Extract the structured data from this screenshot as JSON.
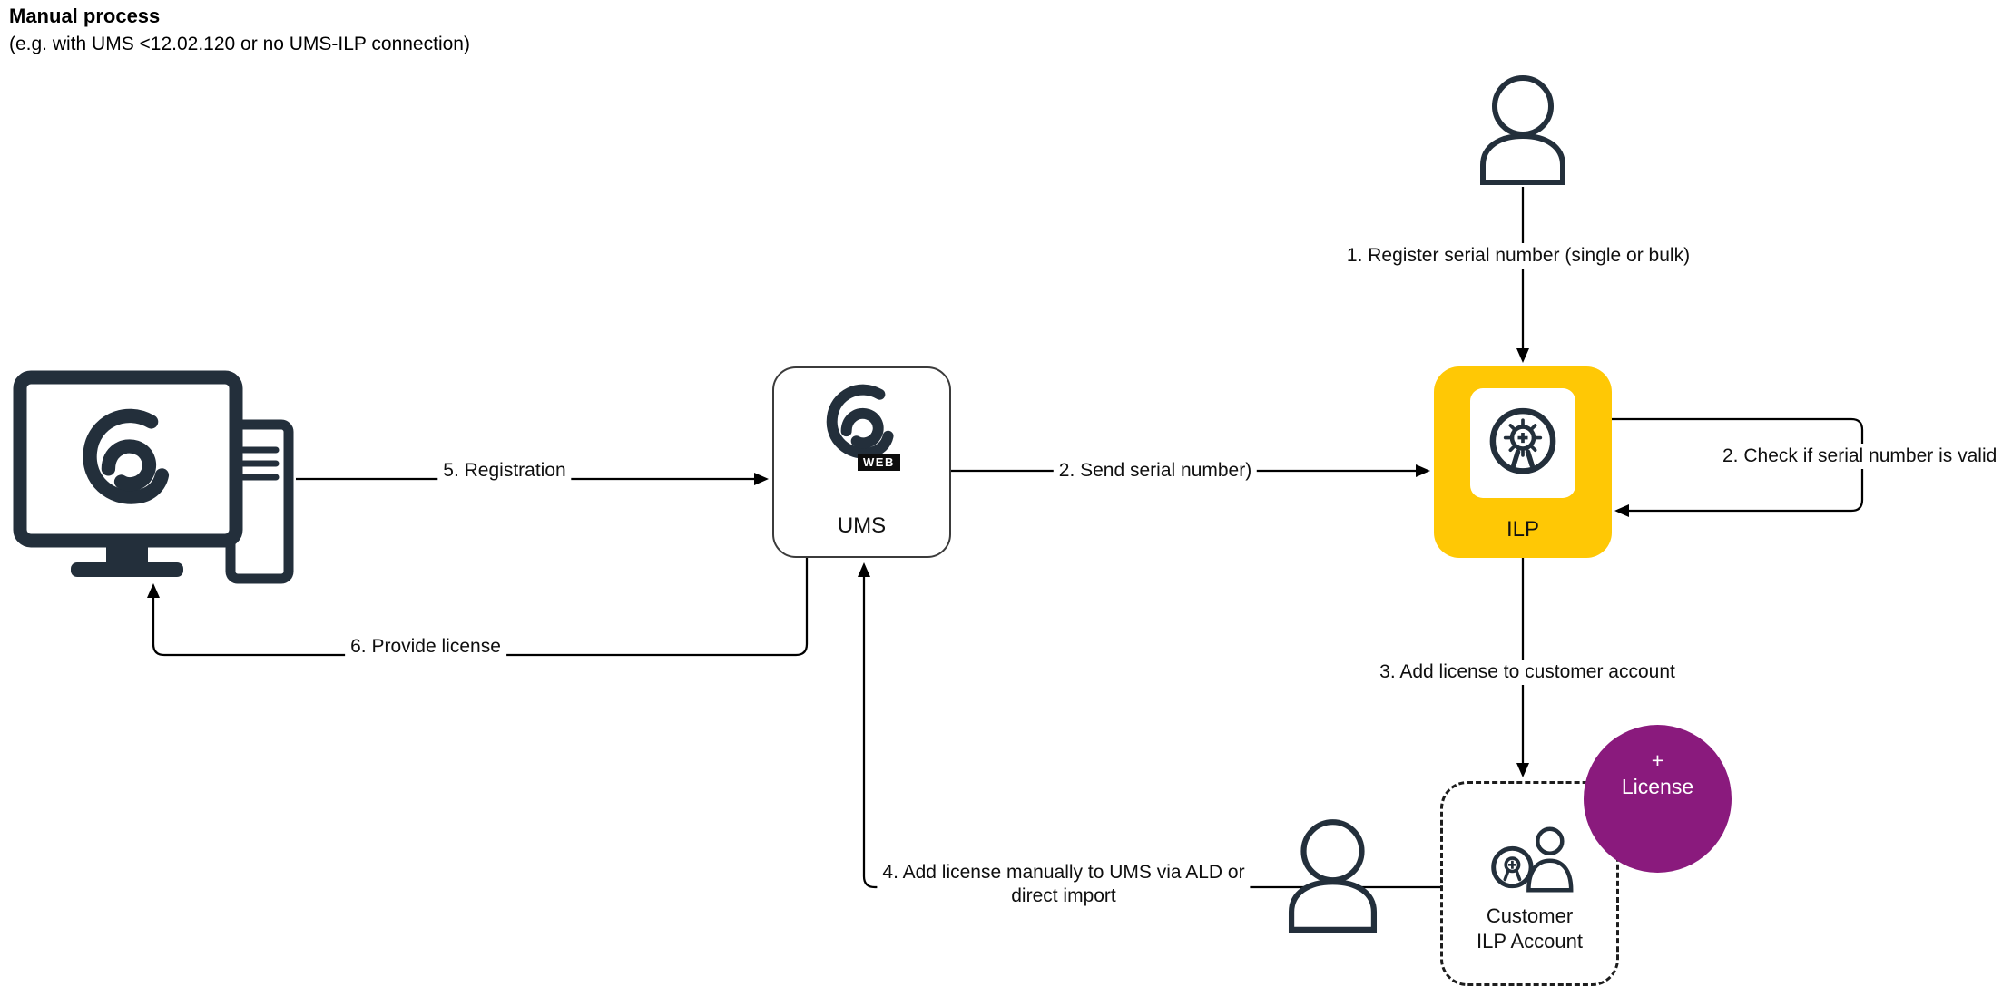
{
  "header": {
    "title": "Manual process",
    "subtitle": "(e.g. with UMS <12.02.120 or no UMS-ILP connection)"
  },
  "nodes": {
    "ums": {
      "label": "UMS",
      "logo_badge": "WEB"
    },
    "ilp": {
      "label": "ILP"
    },
    "customer_account": {
      "label_line1": "Customer",
      "label_line2": "ILP Account"
    },
    "license_badge": {
      "line1": "+",
      "line2": "License"
    }
  },
  "edges": {
    "step1": {
      "label": "1. Register serial number (single or bulk)"
    },
    "step2_send": {
      "label": "2. Send serial number)"
    },
    "step2_check": {
      "label": "2. Check if serial number is valid"
    },
    "step3": {
      "label": "3. Add license to customer account"
    },
    "step4": {
      "label_line1": "4. Add license manually to UMS via ALD or",
      "label_line2": "direct import"
    },
    "step5": {
      "label": "5. Registration"
    },
    "step6": {
      "label": "6. Provide license"
    }
  },
  "icons": {
    "endpoint": "endpoint-device-icon",
    "ums_logo": "igel-swirl-logo-icon",
    "ilp_badge": "license-award-badge-icon",
    "customer": "customer-account-icon",
    "person_top": "person-icon",
    "person_bottom": "person-icon"
  },
  "colors": {
    "icon_dark": "#232F3B",
    "ilp_yellow": "#FFC805",
    "license_purple": "#8A1A7D",
    "connector_line": "#000000",
    "background": "#FFFFFF"
  }
}
